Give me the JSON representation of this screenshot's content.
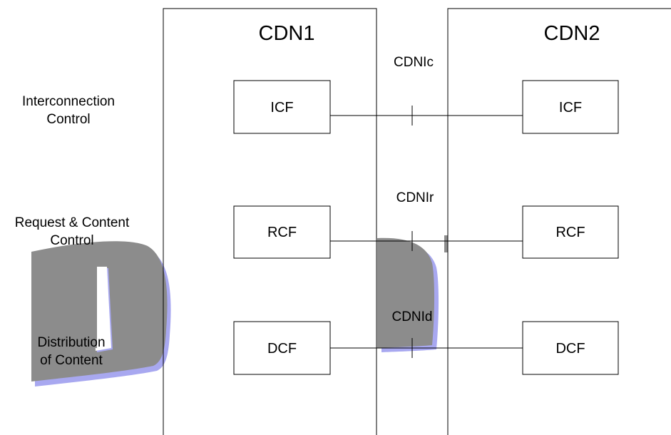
{
  "cdn1": {
    "title": "CDN1",
    "boxes": [
      "ICF",
      "RCF",
      "DCF"
    ]
  },
  "cdn2": {
    "title": "CDN2",
    "boxes": [
      "ICF",
      "RCF",
      "DCF"
    ]
  },
  "interfaces": [
    "CDNIc",
    "CDNIr",
    "CDNId"
  ],
  "row_labels": [
    [
      "Interconnection",
      "Control"
    ],
    [
      "Request & Content",
      "Control"
    ],
    [
      "Distribution",
      "of Content"
    ]
  ],
  "colors": {
    "line": "#000000",
    "decor_gray": "#8c8c8c",
    "decor_shadow": "#a8a8f0"
  }
}
